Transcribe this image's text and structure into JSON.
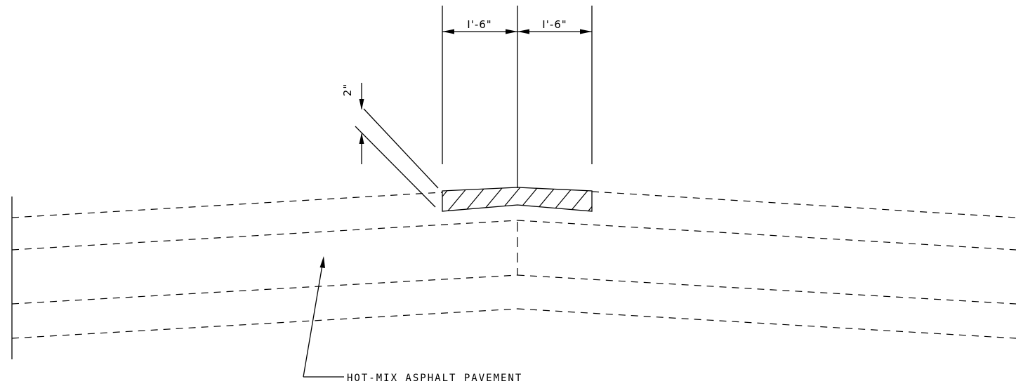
{
  "dimensions": {
    "left_width": "I'-6\"",
    "right_width": "I'-6\"",
    "thickness": "2\""
  },
  "callouts": {
    "pavement_label": "HOT-MIX ASPHALT PAVEMENT"
  }
}
